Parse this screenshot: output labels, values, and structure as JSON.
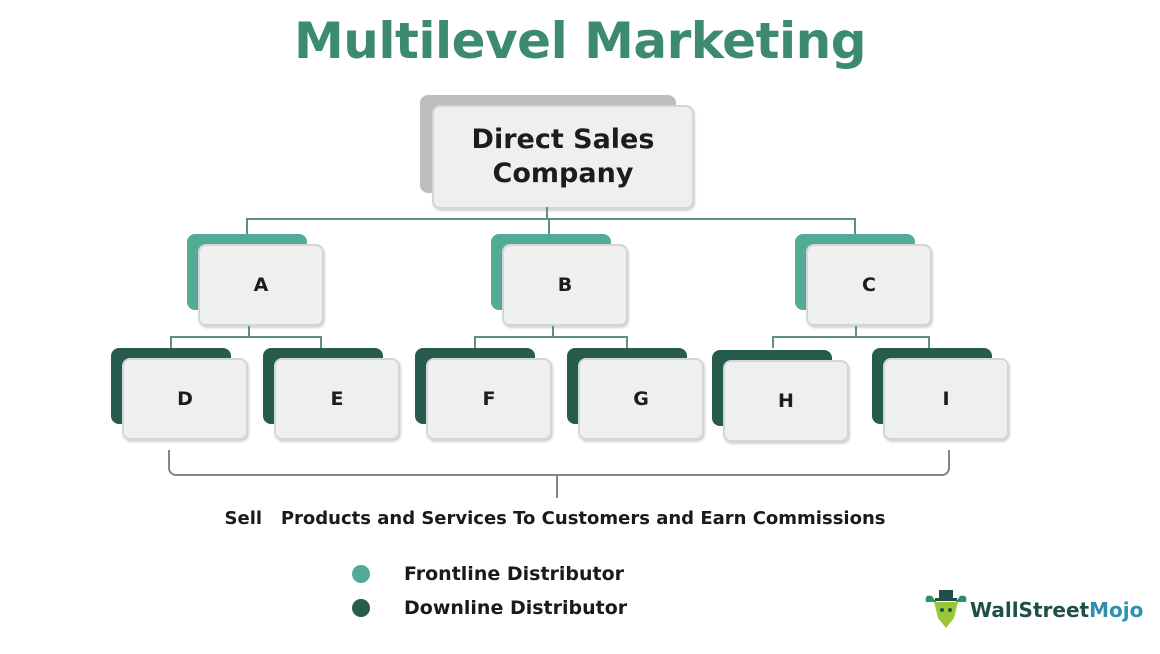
{
  "title": "Multilevel Marketing",
  "root": {
    "label_line1": "Direct Sales",
    "label_line2": "Company"
  },
  "frontline": [
    {
      "label": "A"
    },
    {
      "label": "B"
    },
    {
      "label": "C"
    }
  ],
  "downline": [
    {
      "label": "D"
    },
    {
      "label": "E"
    },
    {
      "label": "F"
    },
    {
      "label": "G"
    },
    {
      "label": "H"
    },
    {
      "label": "I"
    }
  ],
  "caption": "Sell   Products and Services To Customers and Earn Commissions",
  "legend": [
    {
      "label": "Frontline Distributor",
      "color": "#52ab95"
    },
    {
      "label": "Downline Distributor",
      "color": "#265b4d"
    }
  ],
  "brand": {
    "part1": "WallStreet",
    "part2": "Mojo",
    "color1": "#1f4f47",
    "color2": "#2e8fb0",
    "icon": "bull-icon"
  },
  "colors": {
    "title": "#3d8a72",
    "frontline": "#52ab95",
    "downline": "#265b4d",
    "connector": "#5f8f84"
  }
}
